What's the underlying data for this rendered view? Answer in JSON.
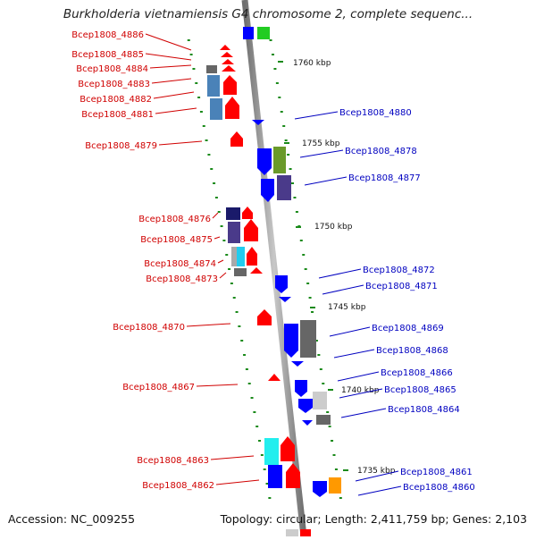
{
  "title": "Burkholderia vietnamiensis G4 chromosome 2, complete sequenc...",
  "footer": {
    "accession": "Accession: NC_009255",
    "summary": "Topology: circular; Length: 2,411,759 bp; Genes: 2,103"
  },
  "colors": {
    "left_label": "#d00000",
    "right_label": "#0000c0",
    "backbone": "#8a8a8a",
    "tick": "#1a8a1a",
    "red_gene": "#ff0000",
    "blue_gene": "#0000ff"
  },
  "scale_marks": [
    "1760 kbp",
    "1755 kbp",
    "1750 kbp",
    "1745 kbp",
    "1740 kbp",
    "1735 kbp"
  ],
  "left_labels": [
    "Bcep1808_4886",
    "Bcep1808_4885",
    "Bcep1808_4884",
    "Bcep1808_4883",
    "Bcep1808_4882",
    "Bcep1808_4881",
    "Bcep1808_4879",
    "Bcep1808_4876",
    "Bcep1808_4875",
    "Bcep1808_4874",
    "Bcep1808_4873",
    "Bcep1808_4870",
    "Bcep1808_4867",
    "Bcep1808_4863",
    "Bcep1808_4862"
  ],
  "right_labels": [
    "Bcep1808_4880",
    "Bcep1808_4878",
    "Bcep1808_4877",
    "Bcep1808_4872",
    "Bcep1808_4871",
    "Bcep1808_4869",
    "Bcep1808_4868",
    "Bcep1808_4866",
    "Bcep1808_4865",
    "Bcep1808_4864",
    "Bcep1808_4861",
    "Bcep1808_4860"
  ]
}
